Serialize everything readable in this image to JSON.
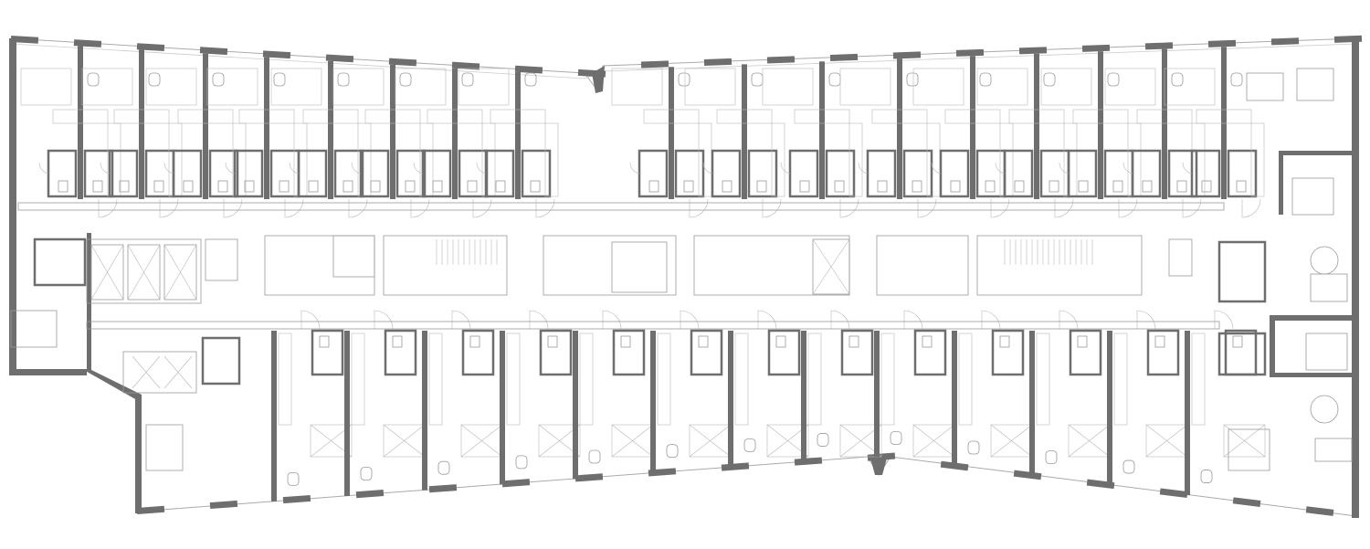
{
  "plan": {
    "type": "floor-plan",
    "wall_color": "#6e6e6e",
    "line_color": "#9a9a9a",
    "background": "#ffffff",
    "top_units": 17,
    "bottom_units": 13
  }
}
